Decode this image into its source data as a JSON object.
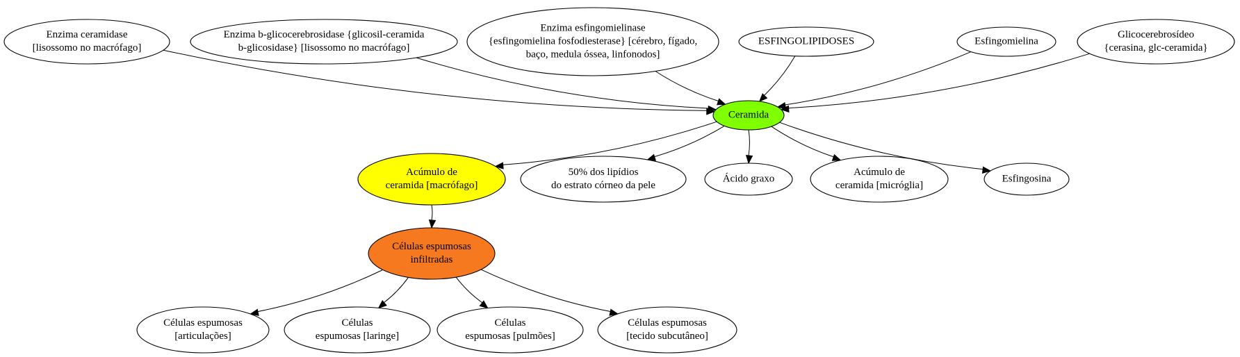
{
  "colors": {
    "default_fill": "#ffffff",
    "ceramida": "#7fff00",
    "acumulo_macrofago": "#ffff00",
    "celulas_infiltradas": "#f7791f",
    "stroke": "#000000"
  },
  "nodes": {
    "enzima_ceramidase": {
      "lines": [
        "Enzima ceramidase",
        "[lisossomo no macrófago]"
      ]
    },
    "enzima_b_glico": {
      "lines": [
        "Enzima b-glicocerebrosidase {glicosil-ceramida",
        "b-glicosidase} [lisossomo no macrófago]"
      ]
    },
    "enzima_esfingomielinase": {
      "lines": [
        "Enzima esfingomielinase",
        "{esfingomielina fosfodiesterase} [cérebro, fígado,",
        "baço, medula óssea, linfonodos]"
      ]
    },
    "esfingolipidoses": {
      "lines": [
        "ESFINGOLIPIDOSES"
      ]
    },
    "esfingomielina": {
      "lines": [
        "Esfingomielina"
      ]
    },
    "glicocerebrosideo": {
      "lines": [
        "Glicocerebrosídeo",
        "{cerasina, glc-ceramida}"
      ]
    },
    "ceramida": {
      "lines": [
        "Ceramida"
      ]
    },
    "acumulo_macrofago": {
      "lines": [
        "Acúmulo de",
        "ceramida [macrófago]"
      ]
    },
    "lipidios_pele": {
      "lines": [
        "50% dos lipídios",
        "do estrato córneo da pele"
      ]
    },
    "acido_graxo": {
      "lines": [
        "Ácido graxo"
      ]
    },
    "acumulo_microglia": {
      "lines": [
        "Acúmulo de",
        "ceramida [micróglia]"
      ]
    },
    "esfingosina": {
      "lines": [
        "Esfingosina"
      ]
    },
    "celulas_infiltradas": {
      "lines": [
        "Células espumosas",
        "infiltradas"
      ]
    },
    "celulas_articulacoes": {
      "lines": [
        "Células espumosas",
        "[articulações]"
      ]
    },
    "celulas_laringe": {
      "lines": [
        "Células",
        "espumosas [laringe]"
      ]
    },
    "celulas_pulmoes": {
      "lines": [
        "Células",
        "espumosas [pulmões]"
      ]
    },
    "celulas_subcutaneo": {
      "lines": [
        "Células espumosas",
        "[tecido subcutâneo]"
      ]
    }
  },
  "edges": [
    {
      "from": "enzima_ceramidase",
      "to": "ceramida"
    },
    {
      "from": "enzima_b_glico",
      "to": "ceramida"
    },
    {
      "from": "enzima_esfingomielinase",
      "to": "ceramida"
    },
    {
      "from": "esfingolipidoses",
      "to": "ceramida"
    },
    {
      "from": "esfingomielina",
      "to": "ceramida"
    },
    {
      "from": "glicocerebrosideo",
      "to": "ceramida"
    },
    {
      "from": "ceramida",
      "to": "acumulo_macrofago"
    },
    {
      "from": "ceramida",
      "to": "lipidios_pele"
    },
    {
      "from": "ceramida",
      "to": "acido_graxo"
    },
    {
      "from": "ceramida",
      "to": "acumulo_microglia"
    },
    {
      "from": "ceramida",
      "to": "esfingosina"
    },
    {
      "from": "acumulo_macrofago",
      "to": "celulas_infiltradas"
    },
    {
      "from": "celulas_infiltradas",
      "to": "celulas_articulacoes"
    },
    {
      "from": "celulas_infiltradas",
      "to": "celulas_laringe"
    },
    {
      "from": "celulas_infiltradas",
      "to": "celulas_pulmoes"
    },
    {
      "from": "celulas_infiltradas",
      "to": "celulas_subcutaneo"
    }
  ]
}
